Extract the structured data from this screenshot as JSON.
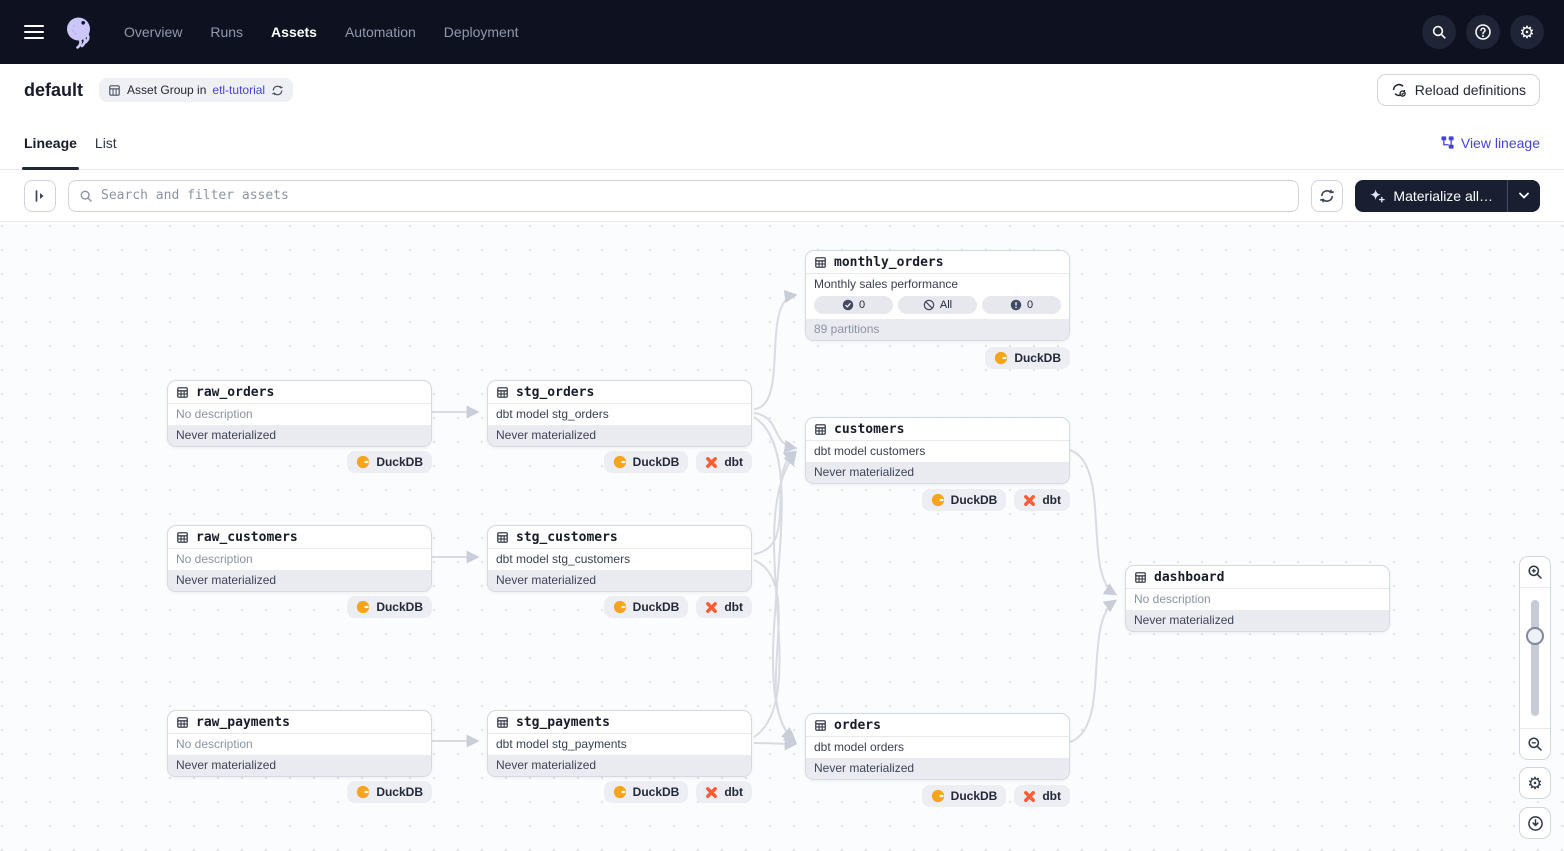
{
  "nav": {
    "items": [
      {
        "label": "Overview",
        "active": false
      },
      {
        "label": "Runs",
        "active": false
      },
      {
        "label": "Assets",
        "active": true
      },
      {
        "label": "Automation",
        "active": false
      },
      {
        "label": "Deployment",
        "active": false
      }
    ]
  },
  "header": {
    "title": "default",
    "badge_text": "Asset Group in",
    "badge_link": "etl-tutorial",
    "reload_label": "Reload definitions"
  },
  "tabs": {
    "lineage": "Lineage",
    "list": "List",
    "view_lineage": "View lineage"
  },
  "toolbar": {
    "search_placeholder": "Search and filter assets",
    "materialize_label": "Materialize all…"
  },
  "graph": {
    "badge_labels": {
      "duckdb": "DuckDB",
      "dbt": "dbt"
    },
    "nodes": [
      {
        "name": "monthly_orders",
        "description": "Monthly sales performance",
        "footer": "89 partitions",
        "partitions": [
          {
            "icon": "check-circle",
            "label": "0"
          },
          {
            "icon": "slash-circle",
            "label": "All"
          },
          {
            "icon": "warning-circle",
            "label": "0"
          }
        ]
      },
      {
        "name": "raw_orders",
        "description": "No description",
        "footer": "Never materialized"
      },
      {
        "name": "stg_orders",
        "description": "dbt model stg_orders",
        "footer": "Never materialized"
      },
      {
        "name": "customers",
        "description": "dbt model customers",
        "footer": "Never materialized"
      },
      {
        "name": "raw_customers",
        "description": "No description",
        "footer": "Never materialized"
      },
      {
        "name": "stg_customers",
        "description": "dbt model stg_customers",
        "footer": "Never materialized"
      },
      {
        "name": "dashboard",
        "description": "No description",
        "footer": "Never materialized"
      },
      {
        "name": "raw_payments",
        "description": "No description",
        "footer": "Never materialized"
      },
      {
        "name": "stg_payments",
        "description": "dbt model stg_payments",
        "footer": "Never materialized"
      },
      {
        "name": "orders",
        "description": "dbt model orders",
        "footer": "Never materialized"
      }
    ]
  },
  "colors": {
    "nav_bg": "#0D1120",
    "accent_link": "#4645D3",
    "duckdb_orange": "#F6A41C",
    "dbt_orange": "#FF5C35",
    "edge": "#D8DBE3"
  }
}
